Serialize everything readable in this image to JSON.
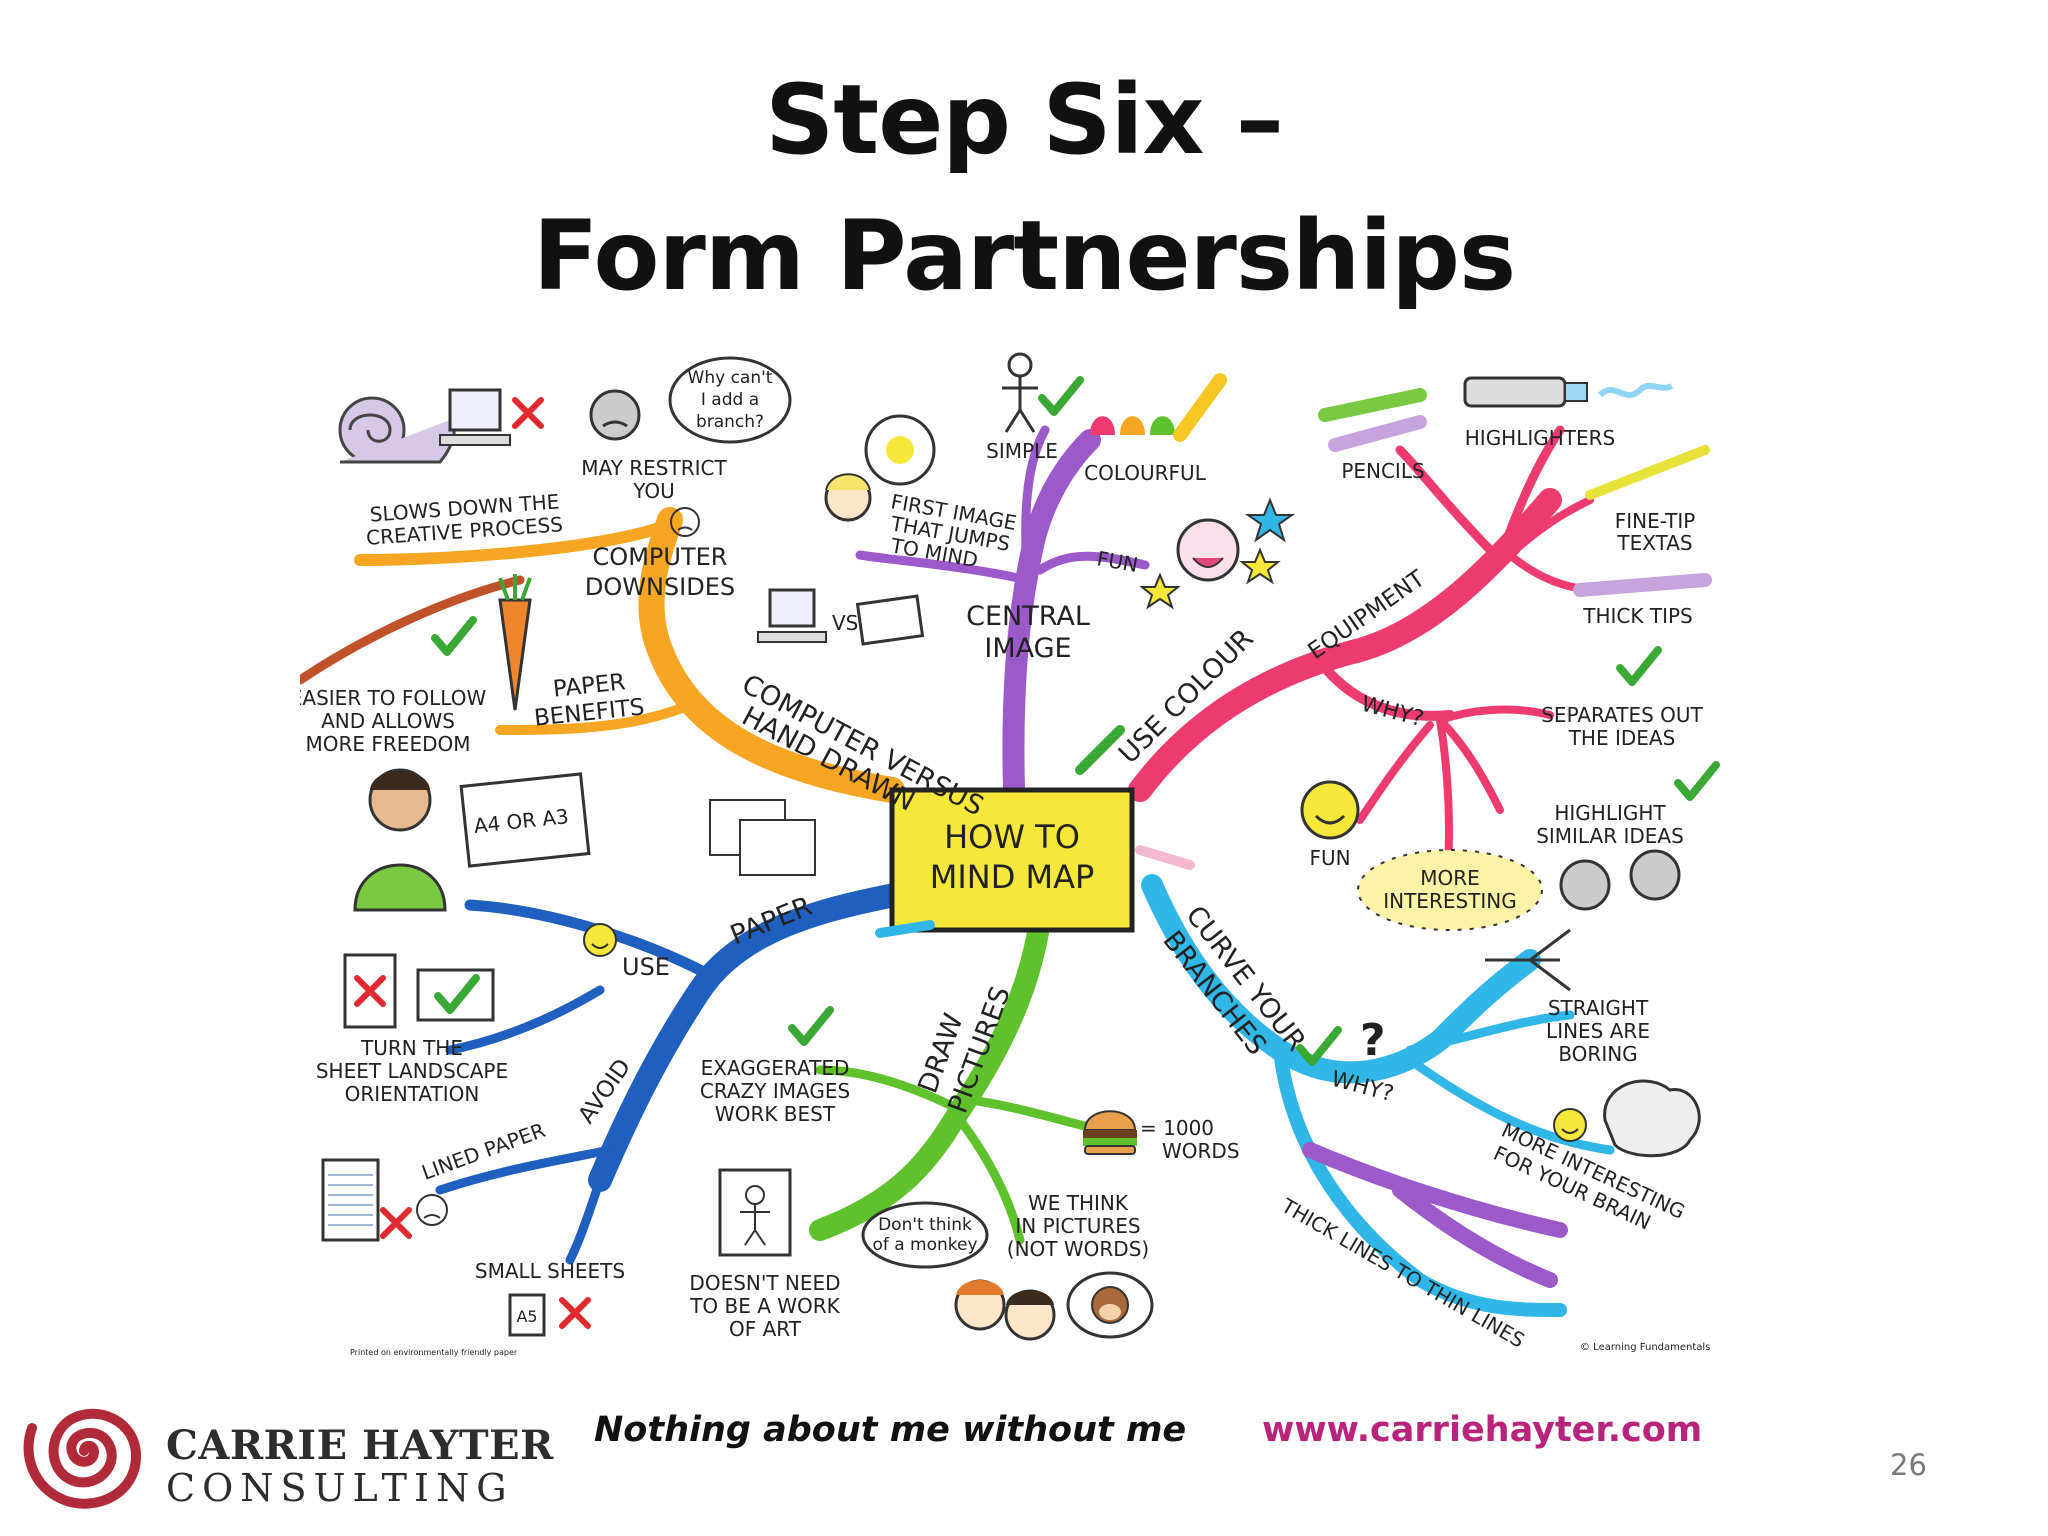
{
  "slide": {
    "title_line1": "Step Six   –",
    "title_line2": "Form Partnerships",
    "slogan": "Nothing about me without me",
    "url": "www.carriehayter.com",
    "page_number": "26",
    "logo": {
      "line1": "CARRIE HAYTER",
      "line2": "CONSULTING"
    }
  },
  "mindmap": {
    "center": {
      "line1": "HOW TO",
      "line2": "MIND MAP"
    },
    "branches": {
      "central_image": {
        "label_line1": "CENTRAL",
        "label_line2": "IMAGE",
        "simple": "SIMPLE",
        "colourful": "COLOURFUL",
        "fun": "FUN",
        "first_image_1": "FIRST IMAGE",
        "first_image_2": "THAT JUMPS",
        "first_image_3": "TO MIND"
      },
      "computer_vs_hand": {
        "label_line1": "COMPUTER VERSUS",
        "label_line2": "HAND DRAWN",
        "downsides_1": "COMPUTER",
        "downsides_2": "DOWNSIDES",
        "slows_1": "SLOWS DOWN THE",
        "slows_2": "CREATIVE PROCESS",
        "restrict_1": "MAY RESTRICT",
        "restrict_2": "YOU",
        "bubble_1": "Why can't",
        "bubble_2": "I add a",
        "bubble_3": "branch?",
        "paper_benefits_1": "PAPER",
        "paper_benefits_2": "BENEFITS",
        "easier_1": "EASIER TO FOLLOW",
        "easier_2": "AND ALLOWS",
        "easier_3": "MORE FREEDOM",
        "vs": "VS"
      },
      "use_colour": {
        "label": "USE COLOUR",
        "equipment": "EQUIPMENT",
        "pencils": "PENCILS",
        "highlighters": "HIGHLIGHTERS",
        "fine_tip_1": "FINE-TIP",
        "fine_tip_2": "TEXTAS",
        "thick_tips": "THICK TIPS",
        "why": "WHY?",
        "separates_1": "SEPARATES OUT",
        "separates_2": "THE IDEAS",
        "highlight_1": "HIGHLIGHT",
        "highlight_2": "SIMILAR IDEAS",
        "fun": "FUN",
        "more_1": "MORE",
        "more_2": "INTERESTING"
      },
      "paper": {
        "label": "PAPER",
        "use": "USE",
        "avoid": "AVOID",
        "size": "A4 OR A3",
        "landscape_1": "TURN THE",
        "landscape_2": "SHEET LANDSCAPE",
        "landscape_3": "ORIENTATION",
        "lined": "LINED PAPER",
        "small": "SMALL SHEETS",
        "a5": "A5"
      },
      "draw_pictures": {
        "label_line1": "DRAW",
        "label_line2": "PICTURES",
        "exaggerated_1": "EXAGGERATED",
        "exaggerated_2": "CRAZY IMAGES",
        "exaggerated_3": "WORK BEST",
        "thousand_1": "= 1000",
        "thousand_2": "WORDS",
        "think_1": "WE THINK",
        "think_2": "IN PICTURES",
        "think_3": "(NOT WORDS)",
        "art_1": "DOESN'T NEED",
        "art_2": "TO BE A WORK",
        "art_3": "OF ART",
        "monkey_1": "Don't think",
        "monkey_2": "of a monkey"
      },
      "curve_branches": {
        "label_line1": "CURVE YOUR",
        "label_line2": "BRANCHES",
        "why": "WHY?",
        "straight_1": "STRAIGHT",
        "straight_2": "LINES ARE",
        "straight_3": "BORING",
        "brain_1": "MORE INTERESTING",
        "brain_2": "FOR YOUR BRAIN",
        "thick_thin": "THICK LINES TO THIN LINES"
      }
    },
    "credit": "© Learning Fundamentals",
    "printed": "Printed on environmentally friendly paper"
  },
  "colors": {
    "orange": "#f6a623",
    "purple": "#9b59c9",
    "pink": "#ee3b6f",
    "blue": "#1f5fbf",
    "green": "#5fc22c",
    "cyan": "#31b6e8",
    "center_fill": "#f6e83a",
    "url": "#b8237b",
    "logo_spiral": "#b02a3a"
  },
  "icons": [
    "snail-icon",
    "computer-icon",
    "cross-icon",
    "check-icon",
    "frown-face-icon",
    "stick-figure-icon",
    "sun-icon",
    "star-icon",
    "smiley-icon",
    "carrot-icon",
    "pencil-icon",
    "highlighter-icon",
    "brain-icon",
    "burger-icon",
    "monkey-icon",
    "spiral-logo-icon"
  ]
}
